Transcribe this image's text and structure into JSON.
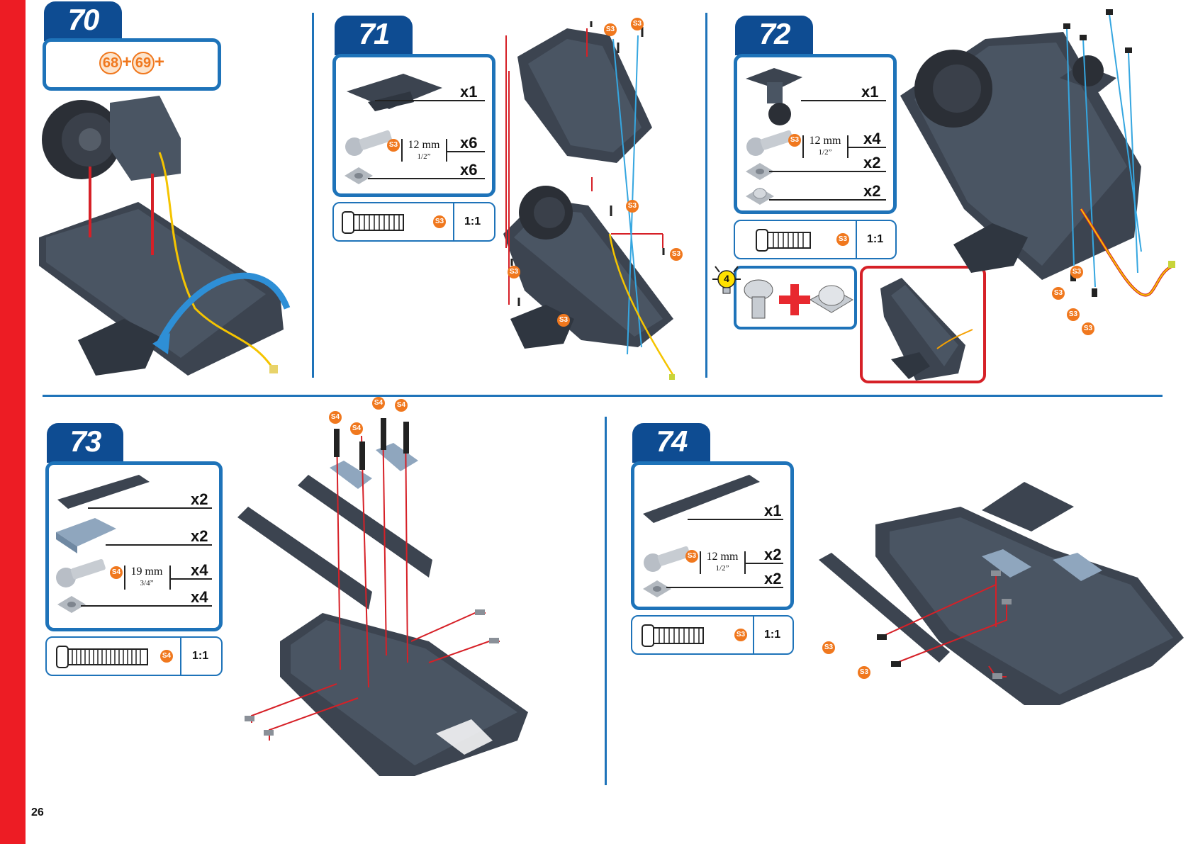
{
  "page_number": "26",
  "colors": {
    "accent_blue": "#1E73B9",
    "tab_blue": "#0E4C92",
    "red_bar": "#ED1C24",
    "badge_orange": "#F0781E",
    "part_dark": "#3C4450"
  },
  "steps": {
    "s70": {
      "number": "70",
      "combo": {
        "a": "68",
        "plus1": "+",
        "b": "69",
        "plus2": "+"
      }
    },
    "s71": {
      "number": "71",
      "parts": [
        {
          "qty": "x1"
        },
        {
          "badge": "S3",
          "size": "12 mm",
          "size_sub": "1/2”",
          "qty": "x6"
        },
        {
          "qty": "x6"
        }
      ],
      "scale": {
        "badge": "S3",
        "ratio": "1:1"
      },
      "callouts": [
        "S3",
        "S3",
        "S3",
        "S3",
        "S3",
        "S3"
      ]
    },
    "s72": {
      "number": "72",
      "parts": [
        {
          "qty": "x1"
        },
        {
          "badge": "S3",
          "size": "12 mm",
          "size_sub": "1/2”",
          "qty": "x4"
        },
        {
          "qty": "x2"
        },
        {
          "qty": "x2"
        }
      ],
      "scale": {
        "badge": "S3",
        "ratio": "1:1"
      },
      "tip_number": "4",
      "callouts": [
        "S3",
        "S3",
        "S3",
        "S3"
      ]
    },
    "s73": {
      "number": "73",
      "parts": [
        {
          "qty": "x2"
        },
        {
          "qty": "x2"
        },
        {
          "badge": "S4",
          "size": "19 mm",
          "size_sub": "3/4”",
          "qty": "x4"
        },
        {
          "qty": "x4"
        }
      ],
      "scale": {
        "badge": "S4",
        "ratio": "1:1"
      },
      "callouts": [
        "S4",
        "S4",
        "S4",
        "S4"
      ]
    },
    "s74": {
      "number": "74",
      "parts": [
        {
          "qty": "x1"
        },
        {
          "badge": "S3",
          "size": "12 mm",
          "size_sub": "1/2”",
          "qty": "x2"
        },
        {
          "qty": "x2"
        }
      ],
      "scale": {
        "badge": "S3",
        "ratio": "1:1"
      },
      "callouts": [
        "S3",
        "S3"
      ]
    }
  }
}
